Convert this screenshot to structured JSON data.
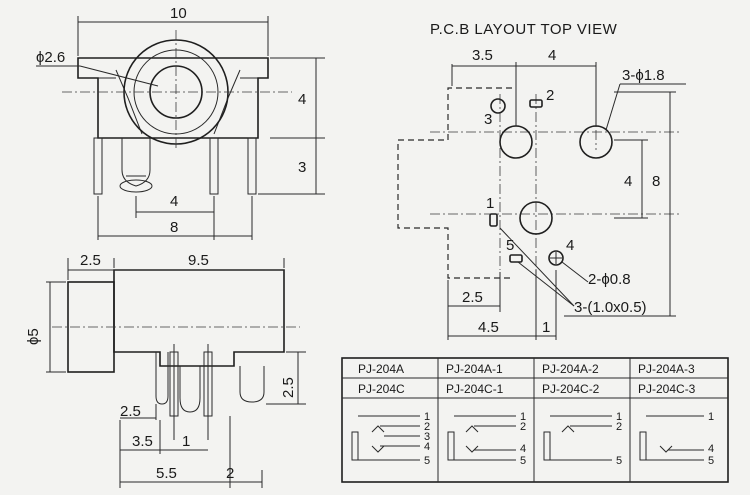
{
  "title": "P.C.B LAYOUT  TOP VIEW",
  "front_view": {
    "width": "10",
    "hole": "ϕ2.6",
    "height": "4",
    "pin_len": "3",
    "pin_pitch": "4",
    "pin_span": "8"
  },
  "side_view": {
    "front": "2.5",
    "body": "9.5",
    "diameter": "ϕ5",
    "pin_h": "2.5",
    "a": "2.5",
    "b": "3.5",
    "c": "1",
    "d": "5.5",
    "e": "2"
  },
  "pcb": {
    "left": "3.5",
    "top": "4",
    "holes": "3-ϕ1.8",
    "vert_4": "4",
    "vert_8": "8",
    "small_holes": "2-ϕ0.8",
    "slots": "3-(1.0x0.5)",
    "bottom_left": "2.5",
    "bottom_mid": "4.5",
    "bottom_right": "1",
    "pins": [
      "1",
      "2",
      "3",
      "4",
      "5"
    ]
  },
  "table": {
    "row1": [
      "PJ-204A",
      "PJ-204A-1",
      "PJ-204A-2",
      "PJ-204A-3"
    ],
    "row2": [
      "PJ-204C",
      "PJ-204C-1",
      "PJ-204C-2",
      "PJ-204C-3"
    ],
    "schematics": [
      [
        "1",
        "2",
        "3",
        "4",
        "5"
      ],
      [
        "1",
        "2",
        "4",
        "5"
      ],
      [
        "1",
        "2",
        "5"
      ],
      [
        "1",
        "4",
        "5"
      ]
    ]
  }
}
